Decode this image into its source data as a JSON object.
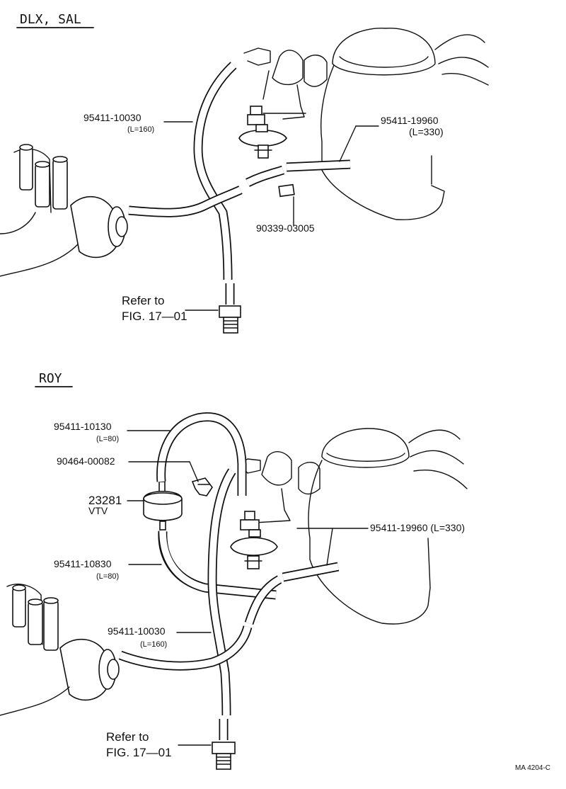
{
  "sections": {
    "dlx": {
      "title": "DLX, SAL",
      "callouts": [
        {
          "part": "95411-10030",
          "length": "(L=160)"
        },
        {
          "part": "95411-19960",
          "length": "(L=330)"
        },
        {
          "part": "90339-03005"
        }
      ],
      "refer": {
        "line1": "Refer to",
        "line2": "FIG. 17—01"
      }
    },
    "roy": {
      "title": "ROY",
      "callouts": [
        {
          "part": "95411-10130",
          "length": "(L=80)"
        },
        {
          "part": "90464-00082"
        },
        {
          "part": "23281",
          "name": "VTV"
        },
        {
          "part": "95411-19960 (L=330)"
        },
        {
          "part": "95411-10830",
          "length": "(L=80)"
        },
        {
          "part": "95411-10030",
          "length": "(L=160)"
        }
      ],
      "refer": {
        "line1": "Refer to",
        "line2": "FIG. 17—01"
      }
    }
  },
  "figure_code": "MA  4204-C"
}
